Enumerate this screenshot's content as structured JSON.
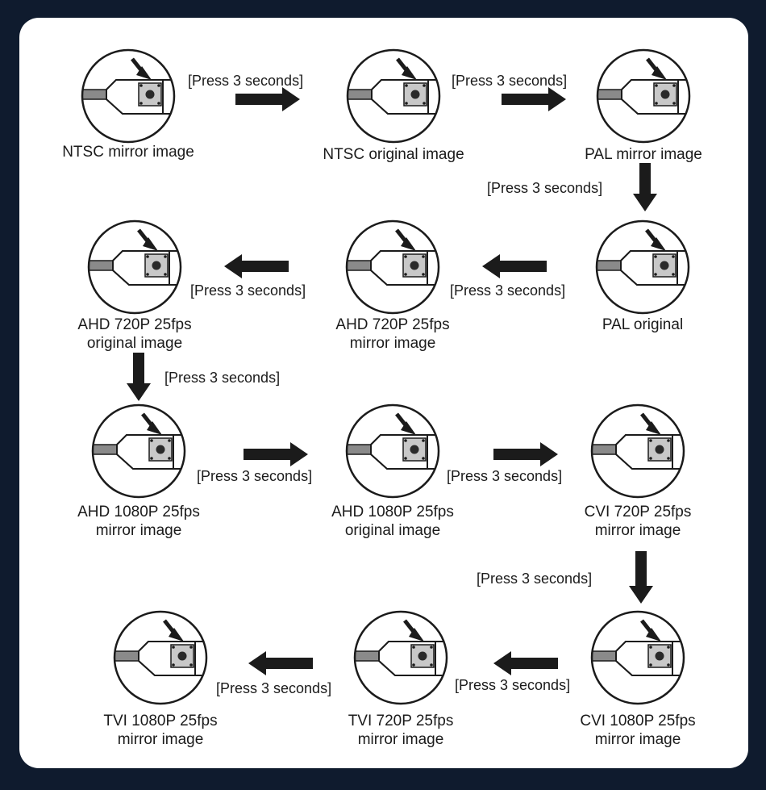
{
  "colors": {
    "background": "#0f1b2e",
    "panel": "#ffffff",
    "ink": "#1b1b1b"
  },
  "press_label": "[Press 3 seconds]",
  "nodes": [
    {
      "id": "ntsc-mirror",
      "lines": [
        "NTSC mirror image"
      ]
    },
    {
      "id": "ntsc-original",
      "lines": [
        "NTSC original image"
      ]
    },
    {
      "id": "pal-mirror",
      "lines": [
        "PAL mirror image"
      ]
    },
    {
      "id": "pal-original",
      "lines": [
        "PAL original"
      ]
    },
    {
      "id": "ahd720-mirror",
      "lines": [
        "AHD 720P 25fps",
        "mirror image"
      ]
    },
    {
      "id": "ahd720-original",
      "lines": [
        "AHD 720P 25fps",
        "original image"
      ]
    },
    {
      "id": "ahd1080-mirror",
      "lines": [
        "AHD 1080P 25fps",
        "mirror image"
      ]
    },
    {
      "id": "ahd1080-original",
      "lines": [
        "AHD 1080P 25fps",
        "original image"
      ]
    },
    {
      "id": "cvi720-mirror",
      "lines": [
        "CVI 720P 25fps",
        "mirror image"
      ]
    },
    {
      "id": "cvi1080-mirror",
      "lines": [
        "CVI 1080P 25fps",
        "mirror image"
      ]
    },
    {
      "id": "tvi720-mirror",
      "lines": [
        "TVI 720P 25fps",
        "mirror image"
      ]
    },
    {
      "id": "tvi1080-mirror",
      "lines": [
        "TVI 1080P 25fps",
        "mirror image"
      ]
    }
  ],
  "transitions": [
    {
      "from": "ntsc-mirror",
      "to": "ntsc-original",
      "direction": "right"
    },
    {
      "from": "ntsc-original",
      "to": "pal-mirror",
      "direction": "right"
    },
    {
      "from": "pal-mirror",
      "to": "pal-original",
      "direction": "down"
    },
    {
      "from": "pal-original",
      "to": "ahd720-mirror",
      "direction": "left"
    },
    {
      "from": "ahd720-mirror",
      "to": "ahd720-original",
      "direction": "left"
    },
    {
      "from": "ahd720-original",
      "to": "ahd1080-mirror",
      "direction": "down"
    },
    {
      "from": "ahd1080-mirror",
      "to": "ahd1080-original",
      "direction": "right"
    },
    {
      "from": "ahd1080-original",
      "to": "cvi720-mirror",
      "direction": "right"
    },
    {
      "from": "cvi720-mirror",
      "to": "cvi1080-mirror",
      "direction": "down"
    },
    {
      "from": "cvi1080-mirror",
      "to": "tvi720-mirror",
      "direction": "left"
    },
    {
      "from": "tvi720-mirror",
      "to": "tvi1080-mirror",
      "direction": "left"
    }
  ]
}
